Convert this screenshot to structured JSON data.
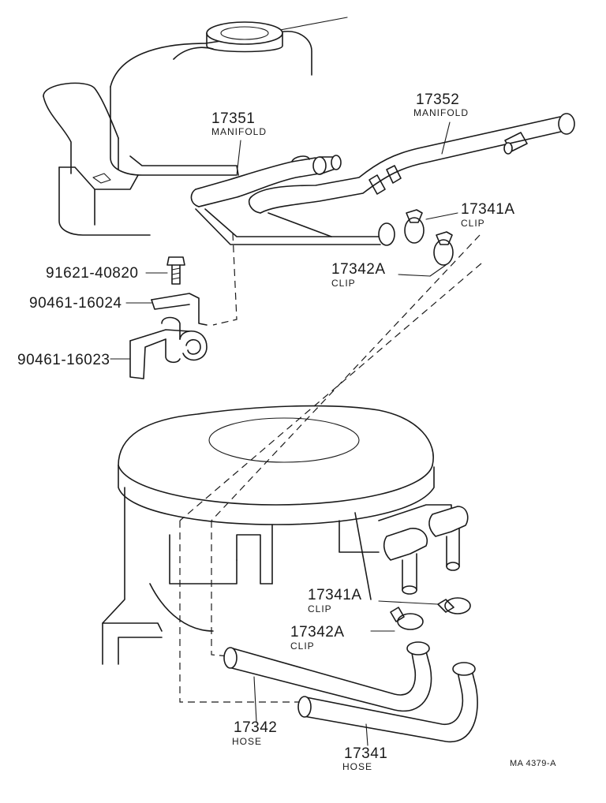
{
  "parts": [
    {
      "id": "p17351",
      "number": "17351",
      "name": "MANIFOLD"
    },
    {
      "id": "p17352",
      "number": "17352",
      "name": "MANIFOLD"
    },
    {
      "id": "p17341a_top",
      "number": "17341A",
      "name": "CLIP"
    },
    {
      "id": "p17342a_top",
      "number": "17342A",
      "name": "CLIP"
    },
    {
      "id": "p91621",
      "number": "91621-40820",
      "name": ""
    },
    {
      "id": "p90461a",
      "number": "90461-16024",
      "name": ""
    },
    {
      "id": "p90461b",
      "number": "90461-16023",
      "name": ""
    },
    {
      "id": "p17341a_bot",
      "number": "17341A",
      "name": "CLIP"
    },
    {
      "id": "p17342a_bot",
      "number": "17342A",
      "name": "CLIP"
    },
    {
      "id": "p17342",
      "number": "17342",
      "name": "HOSE"
    },
    {
      "id": "p17341",
      "number": "17341",
      "name": "HOSE"
    }
  ],
  "diagram_ref": "MA 4379-A"
}
